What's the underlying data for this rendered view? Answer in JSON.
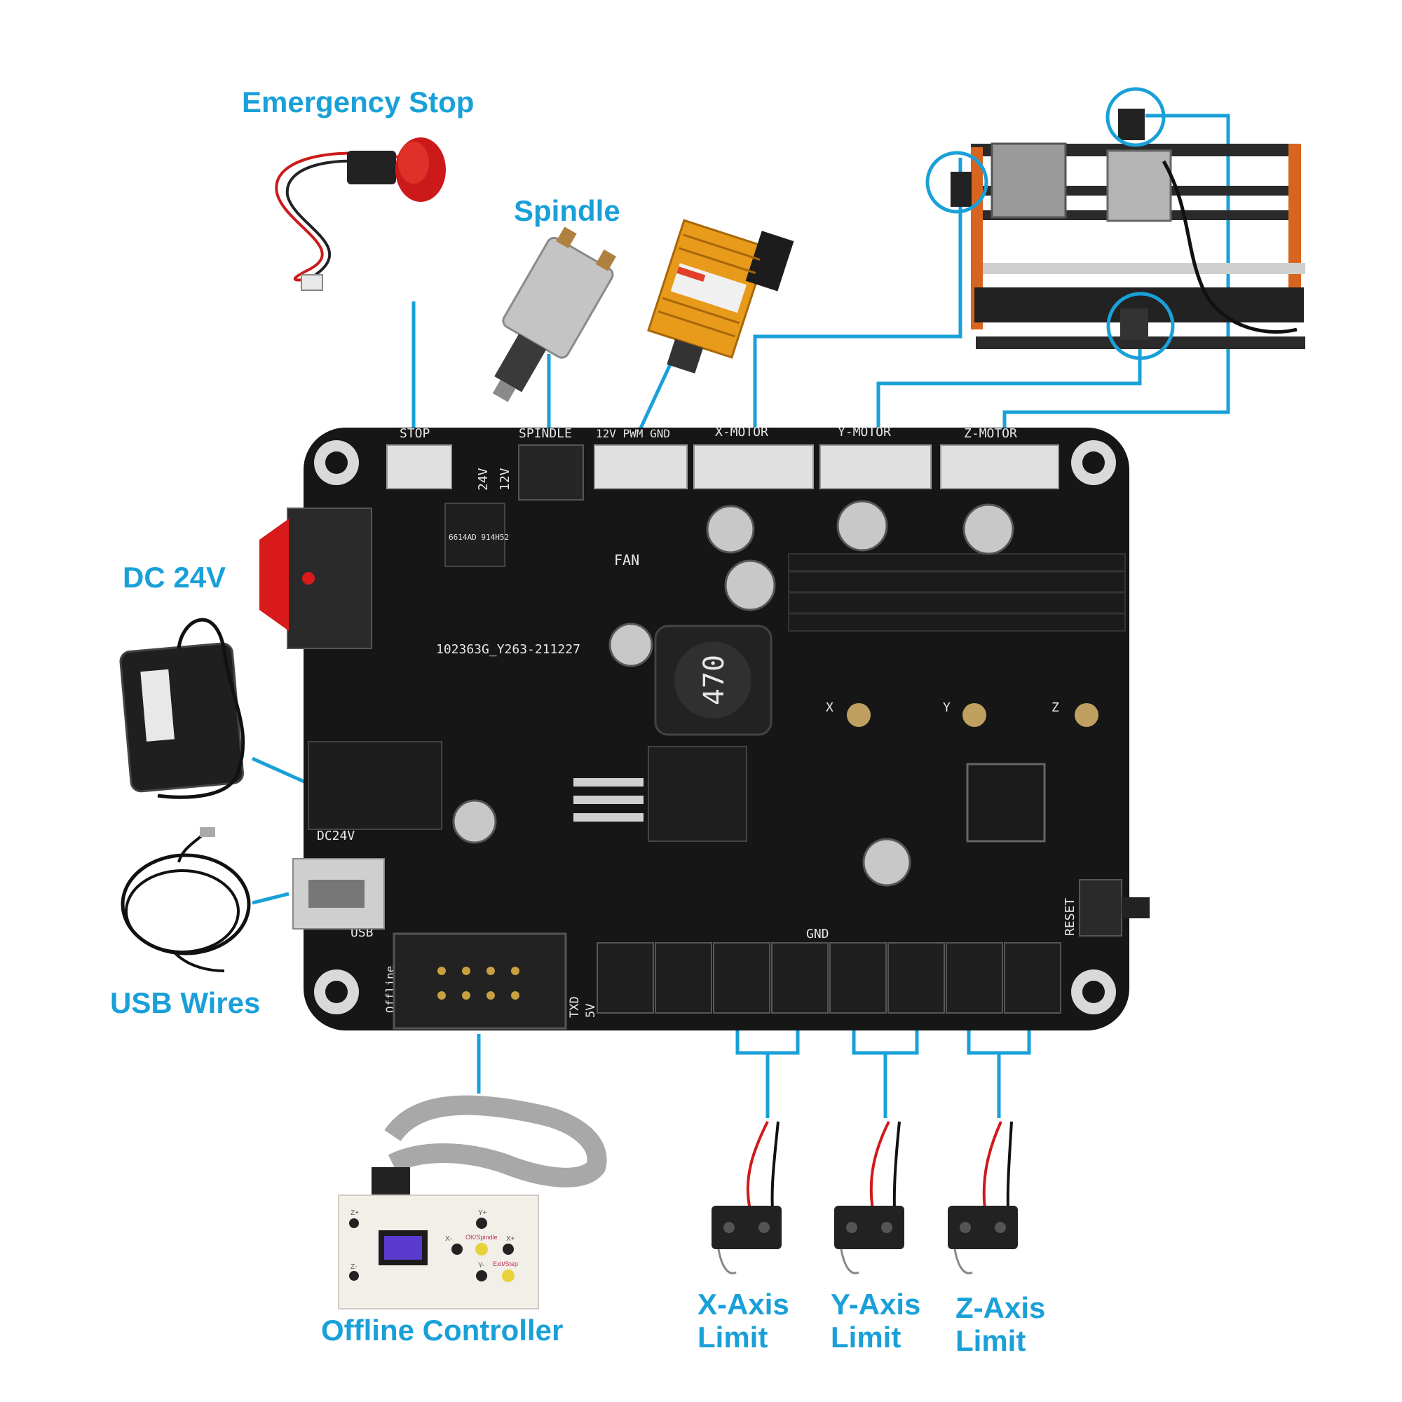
{
  "callouts": {
    "emergency_stop": "Emergency Stop",
    "spindle": "Spindle",
    "dc_power": "DC 24V",
    "usb_wires": "USB Wires",
    "offline_controller": "Offline Controller",
    "x_limit": [
      "X-Axis",
      "Limit"
    ],
    "y_limit": [
      "Y-Axis",
      "Limit"
    ],
    "z_limit": [
      "Z-Axis",
      "Limit"
    ]
  },
  "board_labels": {
    "stop": "STOP",
    "spindle": "SPINDLE",
    "pwm": "12V PWM GND",
    "x_motor": "X-MOTOR",
    "y_motor": "Y-MOTOR",
    "z_motor": "Z-MOTOR",
    "v24": "24V",
    "v12": "12V",
    "fan": "FAN",
    "part_number": "102363G_Y263-211227",
    "dc24v": "DC24V",
    "usb": "USB",
    "gnd": "GND",
    "reset": "RESET",
    "txd": "TXD",
    "v5": "5V",
    "offline": "Offline",
    "inductor": "470",
    "axis_x": "X",
    "axis_y": "Y",
    "axis_z": "Z",
    "mosfet": "6614AD 914H52"
  },
  "offline_keys": {
    "z_plus": "Z+",
    "z_minus": "Z-",
    "y_plus": "Y+",
    "y_minus": "Y-",
    "x_minus": "X-",
    "x_plus": "X+",
    "ok_spindle": "OK/Spindle",
    "exit_step": "Exit/Step"
  },
  "colors": {
    "accent": "#1aa0d8",
    "board": "#161616",
    "laser_module": "#e89a1a",
    "frame_orange": "#d8651f",
    "estop_red": "#cc1a1a"
  }
}
